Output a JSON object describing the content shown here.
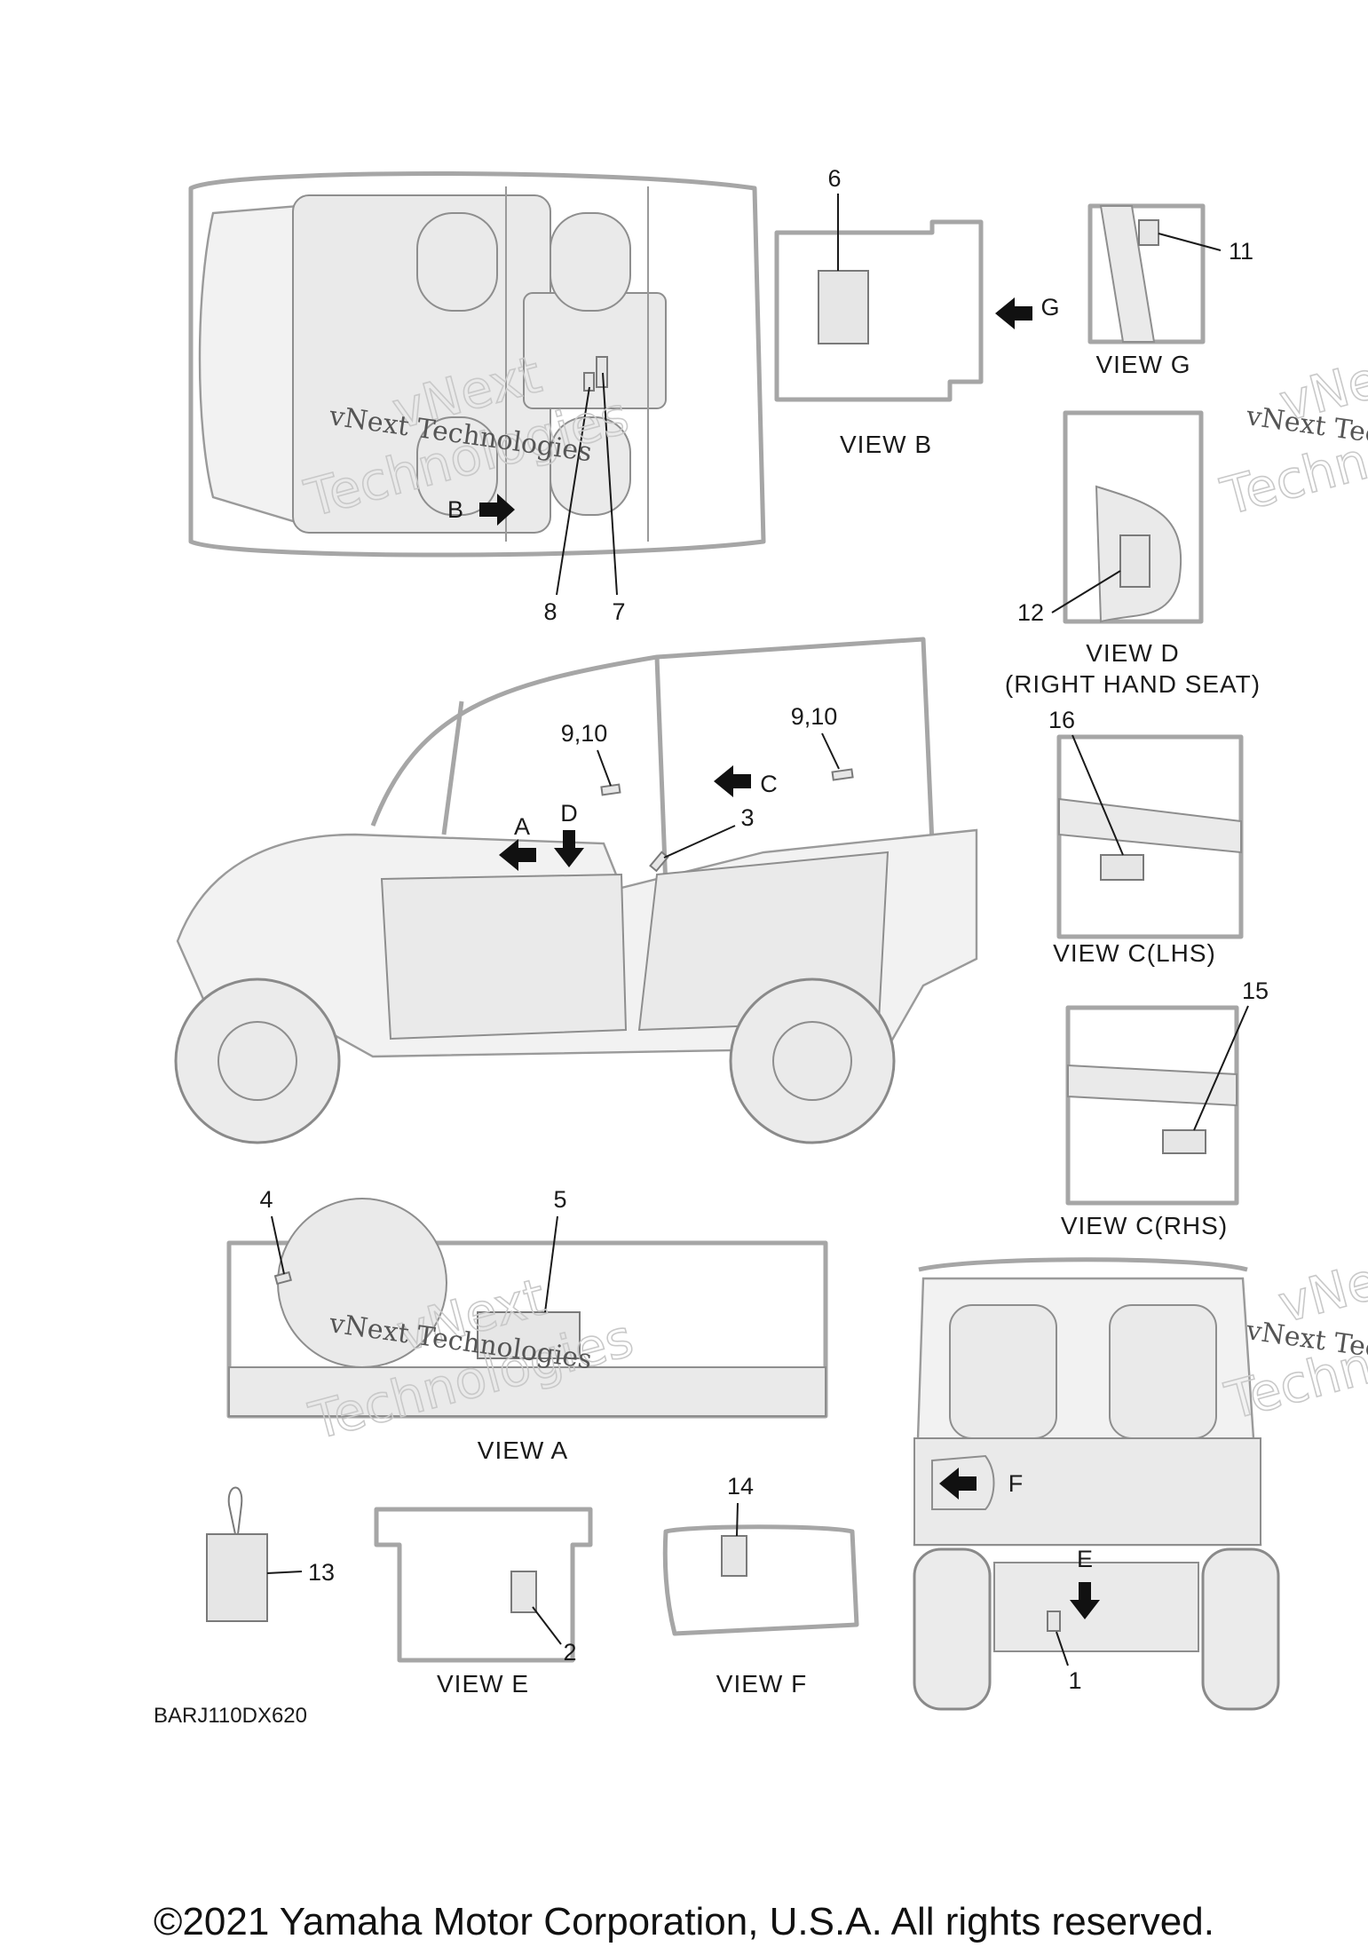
{
  "labels": {
    "c1": "1",
    "c2": "2",
    "c3": "3",
    "c4": "4",
    "c5": "5",
    "c6": "6",
    "c7": "7",
    "c8": "8",
    "c910a": "9,10",
    "c910b": "9,10",
    "c11": "11",
    "c12": "12",
    "c13": "13",
    "c14": "14",
    "c15": "15",
    "c16": "16"
  },
  "arrows": {
    "a": "A",
    "b": "B",
    "c": "C",
    "d": "D",
    "e": "E",
    "f": "F",
    "g": "G"
  },
  "views": {
    "a": "VIEW A",
    "b": "VIEW B",
    "c_lhs": "VIEW C(LHS)",
    "c_rhs": "VIEW C(RHS)",
    "d": "VIEW D",
    "d_sub": "(RIGHT HAND SEAT)",
    "e": "VIEW E",
    "f": "VIEW F",
    "g": "VIEW G"
  },
  "diagram_code": "BARJ110DX620",
  "watermark": {
    "line1": "vNext Technologies",
    "line2": "vNext",
    "line3": "Technologies"
  },
  "copyright": "©2021 Yamaha Motor Corporation, U.S.A. All rights reserved.",
  "colors": {
    "ink": "#1a1a1a",
    "line_gray": "#8a8a8a",
    "fill_gray": "#e6e6e6"
  }
}
